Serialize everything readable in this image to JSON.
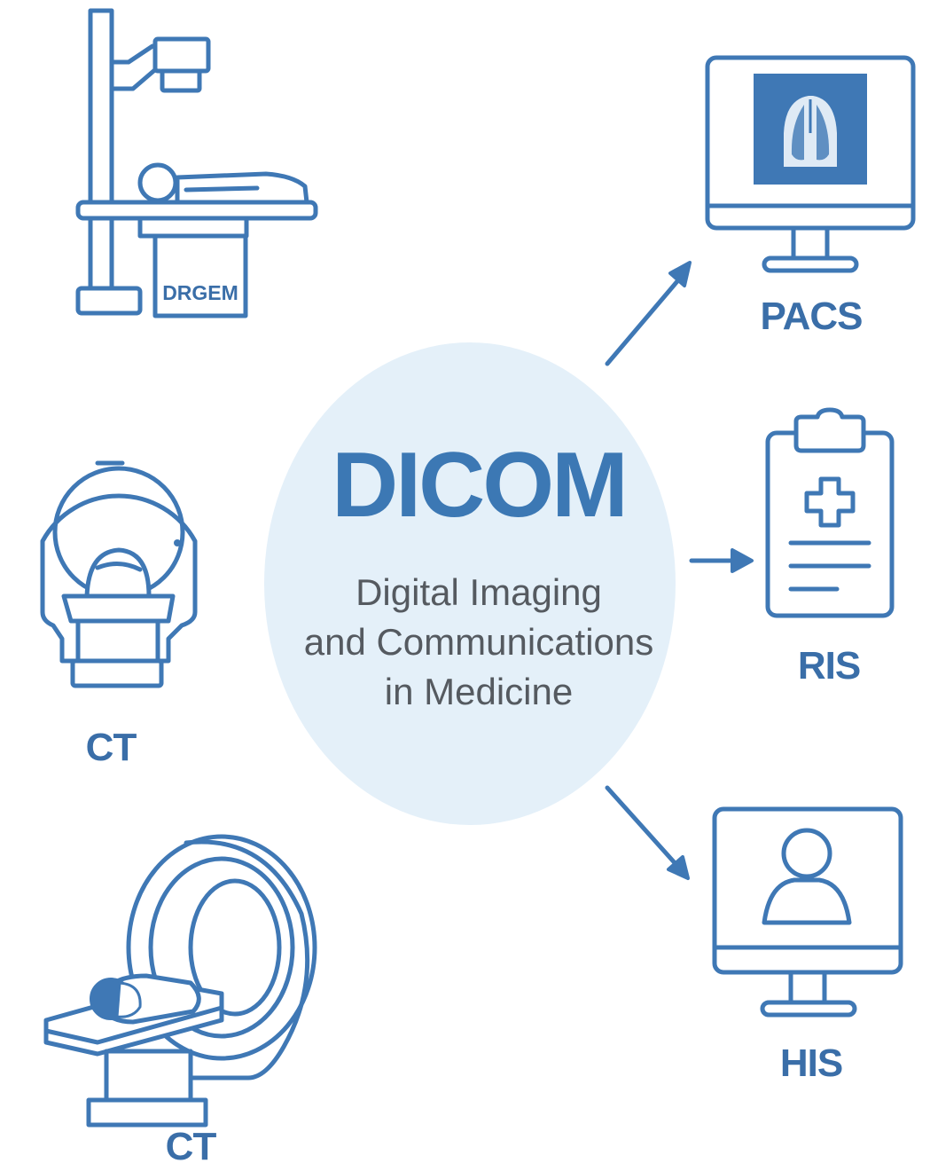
{
  "center": {
    "title": "DICOM",
    "subtitle_lines": [
      "Digital Imaging",
      "and Communications",
      "in Medicine"
    ]
  },
  "devices": {
    "xray": {
      "brand": "DRGEM"
    },
    "ct_top": {
      "label": "CT"
    },
    "ct_bottom": {
      "label": "CT"
    }
  },
  "systems": {
    "pacs": {
      "label": "PACS"
    },
    "ris": {
      "label": "RIS"
    },
    "his": {
      "label": "HIS"
    }
  },
  "colors": {
    "accent": "#3f78b5",
    "circle": "#e4f0f9",
    "text_gray": "#555a60"
  },
  "icons": [
    "xray-machine-icon",
    "mri-scanner-icon",
    "ct-scanner-icon",
    "monitor-xray-icon",
    "clipboard-medical-icon",
    "monitor-user-icon",
    "arrow-icon"
  ]
}
